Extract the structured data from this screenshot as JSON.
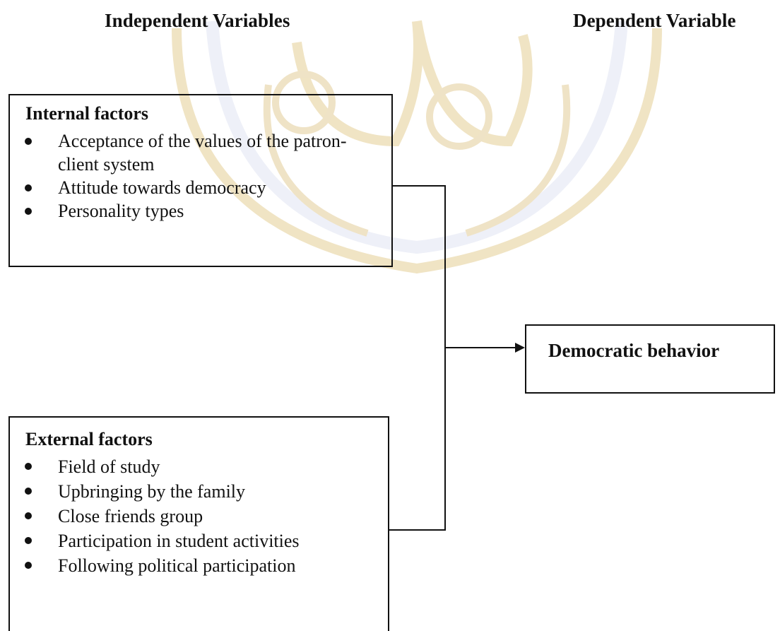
{
  "headings": {
    "independent": "Independent Variables",
    "dependent": "Dependent  Variable"
  },
  "internal_factors": {
    "title": "Internal factors",
    "items": [
      "Acceptance of the values of  the patron-client system",
      "Attitude towards democracy",
      "Personality types"
    ]
  },
  "external_factors": {
    "title": "External factors",
    "items": [
      "Field of study",
      "Upbringing by the family",
      "Close friends group",
      "Participation in student activities",
      "Following political participation"
    ]
  },
  "outcome": {
    "label": "Democratic behavior"
  },
  "colors": {
    "ink": "#111111",
    "watermark": "#f1e6c9"
  }
}
